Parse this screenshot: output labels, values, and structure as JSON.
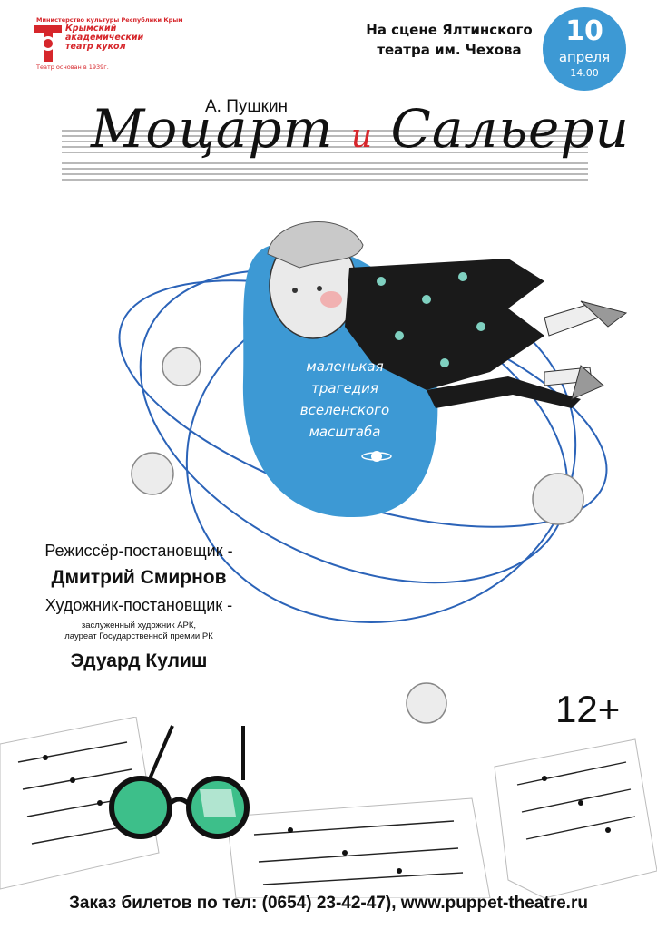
{
  "theatre": {
    "ministry": "Министерство культуры Республики Крым",
    "logo_text": "Крымский академический театр кукол",
    "founded": "Театр основан в 1939г."
  },
  "venue": {
    "line1": "На сцене Ялтинского",
    "line2": "театра им. Чехова"
  },
  "date": {
    "day": "10",
    "month": "апреля",
    "time": "14.00"
  },
  "play": {
    "author": "А. Пушкин",
    "title_part1": "Моцарт",
    "title_and": "и",
    "title_part2": "Сальери",
    "tagline": [
      "маленькая",
      "трагедия",
      "вселенского",
      "масштаба"
    ]
  },
  "credits": {
    "director_role": "Режиссёр-постановщик -",
    "director_name": "Дмитрий Смирнов",
    "artist_role": "Художник-постановщик -",
    "artist_title_line1": "заслуженный художник АРК,",
    "artist_title_line2": "лауреат Государственной премии РК",
    "artist_name": "Эдуард Кулиш"
  },
  "age_rating": "12+",
  "footer": "Заказ билетов по тел: (0654) 23-42-47), www.puppet-theatre.ru",
  "colors": {
    "accent_blue": "#3d99d4",
    "brand_red": "#d6262b",
    "lens_green": "#3dbf8a"
  }
}
